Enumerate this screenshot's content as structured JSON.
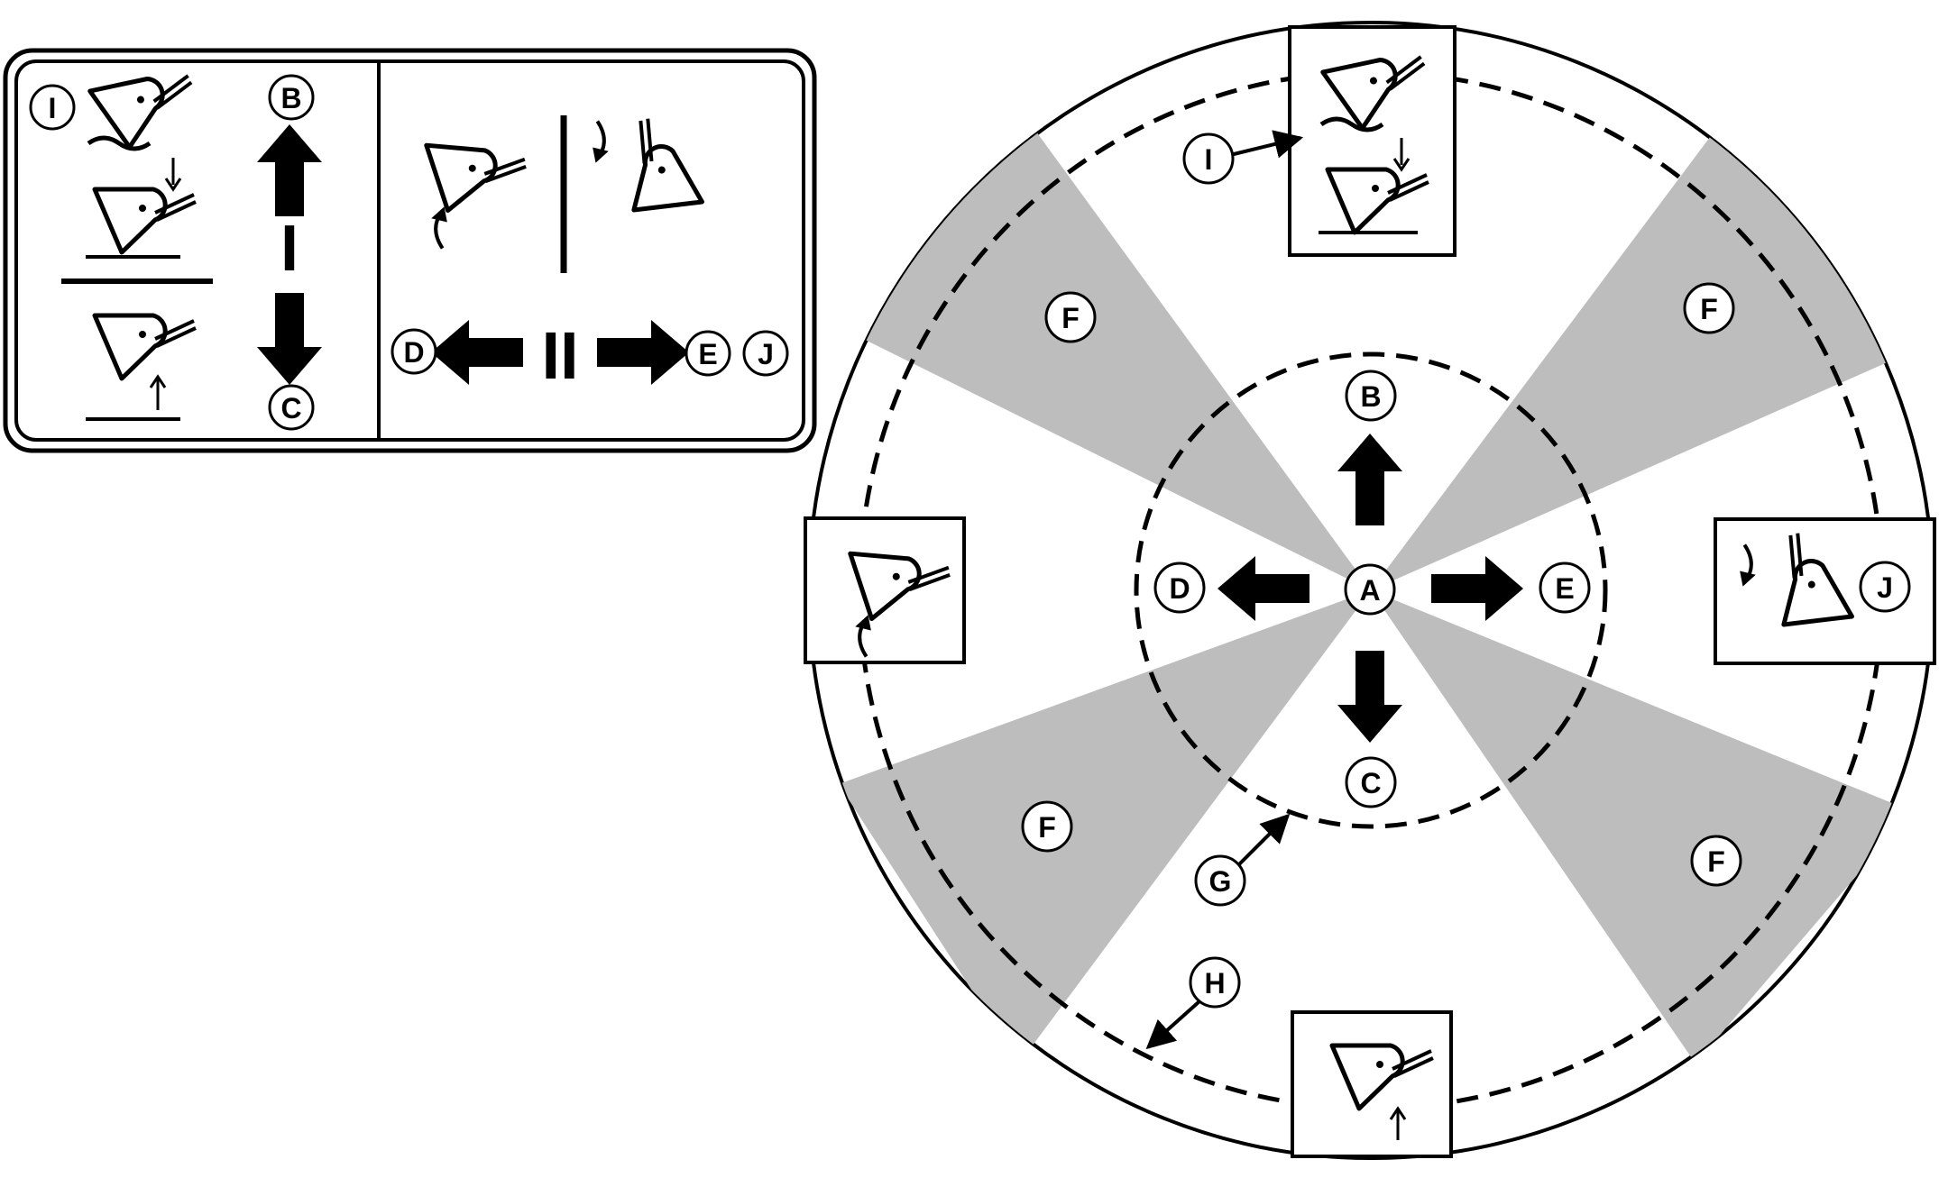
{
  "colors": {
    "ink": "#000000",
    "background": "#ffffff",
    "zone_shading": "#bdbdbd"
  },
  "decal_panel": {
    "pattern_I_label": "I",
    "pattern_II_label": "II",
    "callouts": {
      "i": "I",
      "b": "B",
      "c": "C",
      "d": "D",
      "e": "E",
      "j": "J"
    }
  },
  "control_diagram": {
    "callouts": {
      "a": "A",
      "b": "B",
      "c": "C",
      "d": "D",
      "e": "E",
      "f1": "F",
      "f2": "F",
      "f3": "F",
      "f4": "F",
      "g": "G",
      "h": "H",
      "i": "I",
      "j": "J"
    }
  },
  "icons": {
    "bucket_raise_and_lower": "bucket-raise-and-lower-icon",
    "bucket_lower": "bucket-lower-icon",
    "bucket_raise": "bucket-raise-icon",
    "bucket_curl": "bucket-curl-icon",
    "bucket_dump": "bucket-dump-icon",
    "arrow": "arrow-icon"
  }
}
